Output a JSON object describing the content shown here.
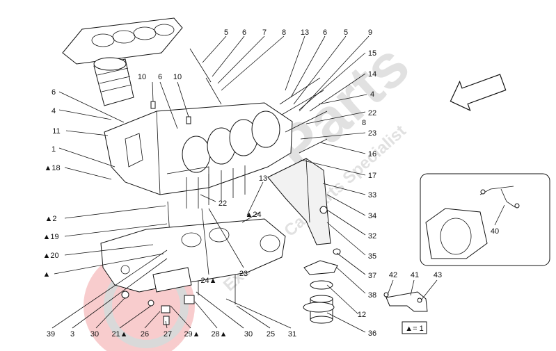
{
  "watermark": {
    "brand": "Parts",
    "tagline": "Exclusive Car Parts Specialist",
    "color_main": "#c9c9c9",
    "color_red": "#e8464a"
  },
  "callouts": {
    "top": [
      "5",
      "6",
      "7",
      "8",
      "13",
      "6",
      "5",
      "9"
    ],
    "right": [
      "15",
      "14",
      "4",
      "8",
      "22",
      "23",
      "16",
      "17",
      "33",
      "34",
      "32",
      "35",
      "37",
      "38",
      "12",
      "36"
    ],
    "left": [
      "6",
      "4",
      "11",
      "1",
      "▲18",
      "▲2",
      "▲19",
      "▲20",
      "▲"
    ],
    "inner": [
      "10",
      "6",
      "10",
      "13",
      "22",
      "▲24",
      "24▲",
      "23"
    ],
    "bottom": [
      "39",
      "3",
      "30",
      "21▲",
      "26",
      "27",
      "29▲",
      "28▲",
      "30",
      "25",
      "31"
    ],
    "inset": [
      "40"
    ],
    "bracket": [
      "42",
      "41",
      "43"
    ]
  },
  "legend_box": "▲= 1",
  "arrow_icon": "direction-arrow-icon"
}
